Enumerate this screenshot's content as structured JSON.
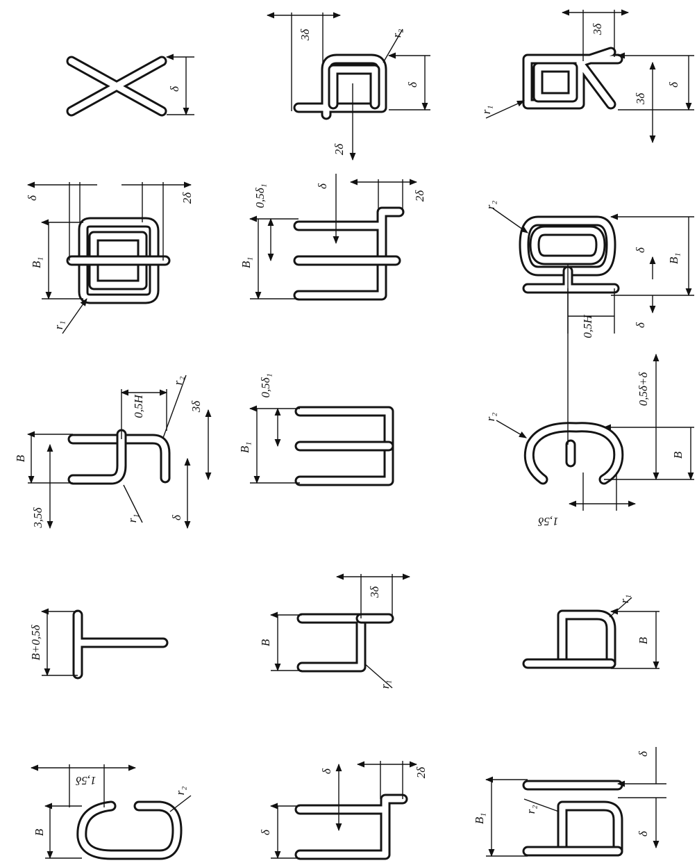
{
  "drawing": {
    "ink_color": "#141414",
    "background_color": "#ffffff",
    "labels": {
      "delta": "δ",
      "two_delta": "2δ",
      "three_delta": "3δ",
      "delta_subscript": "δ₁",
      "r1": "r₁",
      "r2": "r₂",
      "half_delta_one": "0,5δ₁",
      "half_delta_plus_delta": "0,5δ+δ",
      "b": "B",
      "b_subscript": "B₁",
      "b_plus": "B+0,5δ",
      "zero_point_five_h": "0,5H",
      "three_point_five_delta": "3,5δ",
      "one_point_five_delta": "1,5δ"
    }
  }
}
